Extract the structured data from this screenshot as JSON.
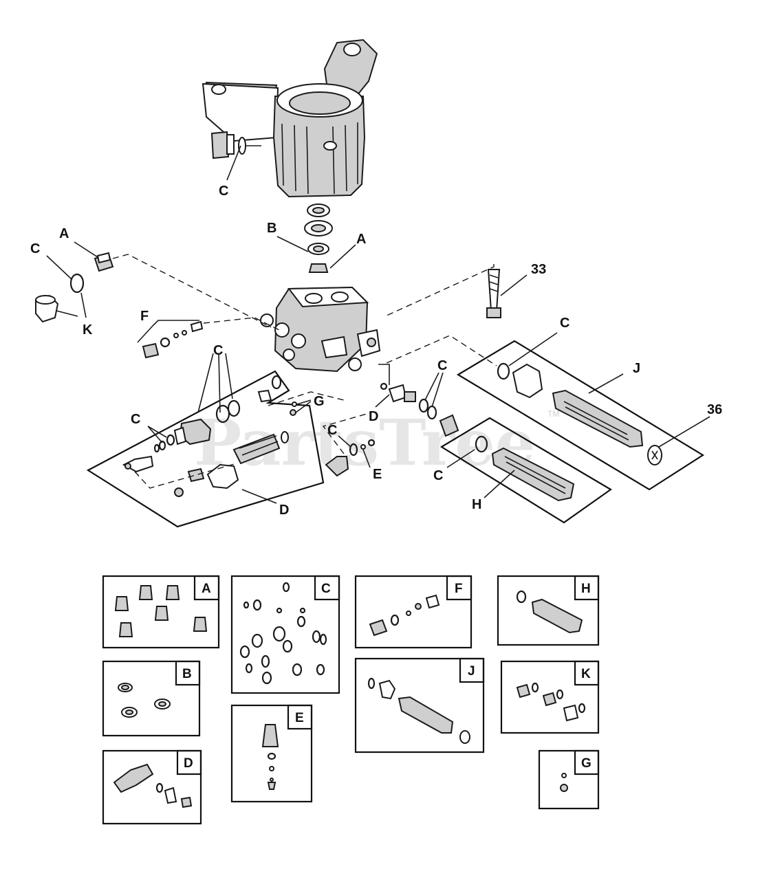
{
  "watermark": "PartsTree",
  "trademark": "TM",
  "callouts": [
    {
      "id": "c-housing",
      "text": "C"
    },
    {
      "id": "b-seals",
      "text": "B"
    },
    {
      "id": "a-top",
      "text": "A"
    },
    {
      "id": "a-left",
      "text": "A"
    },
    {
      "id": "c-left",
      "text": "C"
    },
    {
      "id": "k-left",
      "text": "K"
    },
    {
      "id": "n33",
      "text": "33"
    },
    {
      "id": "f-mid",
      "text": "F"
    },
    {
      "id": "c-mid",
      "text": "C"
    },
    {
      "id": "c-unload",
      "text": "C"
    },
    {
      "id": "g-mid",
      "text": "G"
    },
    {
      "id": "d-mid",
      "text": "D"
    },
    {
      "id": "c-d-right",
      "text": "C"
    },
    {
      "id": "c-e",
      "text": "C"
    },
    {
      "id": "e-mid",
      "text": "E"
    },
    {
      "id": "c-j",
      "text": "C"
    },
    {
      "id": "j-right",
      "text": "J"
    },
    {
      "id": "n36",
      "text": "36"
    },
    {
      "id": "c-h",
      "text": "C"
    },
    {
      "id": "h-right",
      "text": "H"
    },
    {
      "id": "d-bottom",
      "text": "D"
    }
  ],
  "kits": [
    "A",
    "C",
    "F",
    "H",
    "B",
    "J",
    "K",
    "E",
    "D",
    "G"
  ]
}
